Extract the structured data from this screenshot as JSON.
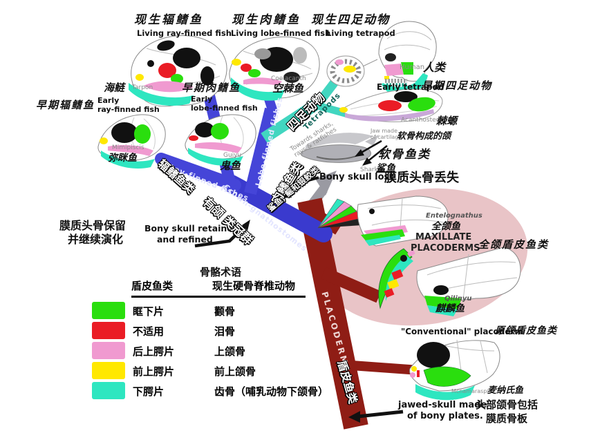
{
  "colors": {
    "branch_blue": "#3a3ace",
    "branch_teal": "#42d6c0",
    "trunk_red": "#8f1d15",
    "blob_pink": "#e9c4c7",
    "legend_green": "#2ade0e",
    "legend_red": "#ea1c25",
    "legend_pink": "#f09ad0",
    "legend_yellow": "#ffe800",
    "legend_teal": "#2ee6c0"
  },
  "top": {
    "living_ray_zh": "现生辐鳍鱼",
    "living_ray_en": "Living ray-finned fish",
    "living_lobe_zh": "现生肉鳍鱼",
    "living_lobe_en": "Living lobe-finned fish",
    "living_tetrapod_zh": "现生四足动物",
    "living_tetrapod_en": "Living tetrapod"
  },
  "taxa": {
    "tarpon_zh": "海鲢",
    "tarpon_en": "Tarpon",
    "early_ray_zh": "早期辐鳍鱼",
    "early_ray_en1": "Early",
    "early_ray_en2": "ray-finned fish",
    "mimipiscis_en": "Mimipiscis",
    "mimipiscis_zh": "弥眯鱼",
    "early_lobe_zh": "早期肉鳍鱼",
    "early_lobe_en1": "Early",
    "early_lobe_en2": "lobe-finned fish",
    "coelacanth_en": "Coelacanth",
    "coelacanth_zh": "空棘鱼",
    "guiyu_en": "Guiyu",
    "guiyu_zh": "鬼鱼",
    "human_en": "Human",
    "human_zh": "人类",
    "early_tetrapod_en": "Early tetrapod",
    "early_tetrapod_zh": "早期四足动物",
    "acanthostega_en": "Acanthostega",
    "acanthostega_zh": "棘螈",
    "cartilage_en1": "Jaw made",
    "cartilage_en2": "of cartilage",
    "cartilage_zh": "软骨构成的颌",
    "chondrichthyes_zh": "软骨鱼类",
    "shark_en": "Shark",
    "shark_zh": "鲨鱼",
    "entelognathus_en": "Entelognathus",
    "entelognathus_zh": "全颌鱼",
    "maxillate_en1": "MAXILLATE",
    "maxillate_en2": "PLACODERMS",
    "maxillate_zh": "全颌盾皮鱼类",
    "qilinyu_en": "Qilinyu",
    "qilinyu_zh": "麒麟鱼",
    "conventional_en": "\"Conventional\" placoderm",
    "conventional_zh": "原颌盾皮鱼类",
    "mcnamaraspis_en": "Mcnamaraspis",
    "mcnamaraspis_zh": "麦纳氏鱼"
  },
  "branches": {
    "ray_en": "Ray-finned fishes",
    "ray_zh": "辐鳍鱼类",
    "lobe_en": "Lobe-finned fishes",
    "lobe_zh": "肉鳍鱼类",
    "tetrapods_en": "Tetrapods",
    "tetrapods_zh": "四足动物",
    "crown_en": "Crown-gnathostomes",
    "crown_zh": "有颌 类冠群",
    "towards_en1": "Towards sharks,",
    "towards_en2": "rays & ratfishes",
    "towards_zh": "鲨鱼, 鳐和银鲛类",
    "placoderms_en": "PLACODERMS",
    "placoderms_zh": "盾皮鱼类"
  },
  "annotations": {
    "bony_lost_en": "Bony skull lost",
    "bony_lost_zh": "膜质头骨丢失",
    "bony_retained_en1": "Bony skull retained",
    "bony_retained_en2": "and refined",
    "bony_retained_zh1": "膜质头骨保留",
    "bony_retained_zh2": "并继续演化",
    "jawed_en1": "jawed-skull made",
    "jawed_en2": "of bony plates.",
    "jawed_zh1": "头部颌骨包括",
    "jawed_zh2": "膜质骨板"
  },
  "legend": {
    "title": "骨骼术语",
    "col_placoderm": "盾皮鱼类",
    "col_modern": "现生硬骨脊椎动物",
    "rows": [
      {
        "color": "#2ade0e",
        "placoderm": "眶下片",
        "modern": "颧骨"
      },
      {
        "color": "#ea1c25",
        "placoderm": "不适用",
        "modern": "泪骨"
      },
      {
        "color": "#f09ad0",
        "placoderm": "后上腭片",
        "modern": "上颌骨"
      },
      {
        "color": "#ffe800",
        "placoderm": "前上腭片",
        "modern": "前上颌骨"
      },
      {
        "color": "#2ee6c0",
        "placoderm": "下腭片",
        "modern": "齿骨（哺乳动物下颌骨）"
      }
    ]
  }
}
